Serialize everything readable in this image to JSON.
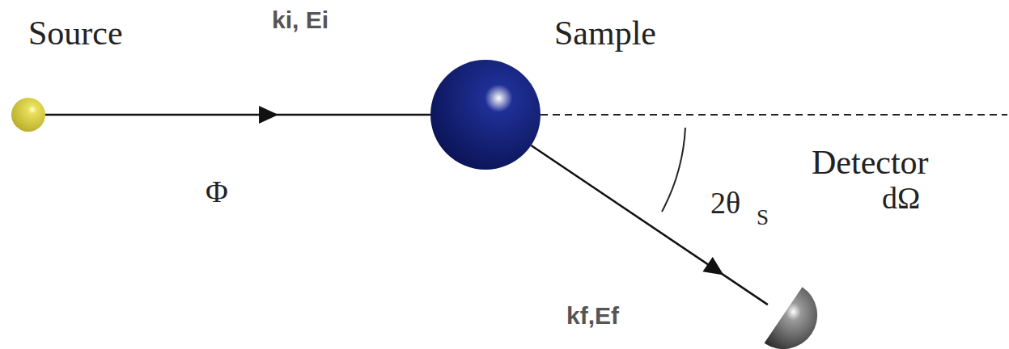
{
  "diagram": {
    "nodes": [
      {
        "text": [
          "Source"
        ]
      },
      {
        "text": [
          "Sample"
        ]
      },
      {
        "text": [
          "Detector",
          "dΩ"
        ]
      }
    ],
    "edges": [
      {
        "from": 0,
        "to": 1,
        "arrow": "to",
        "label": "ki, Ei"
      },
      {
        "from": 1,
        "to": 2,
        "arrow": "to",
        "label": "kf,Ef"
      }
    ],
    "labels": [
      "Φ",
      "2θ",
      "S"
    ]
  }
}
